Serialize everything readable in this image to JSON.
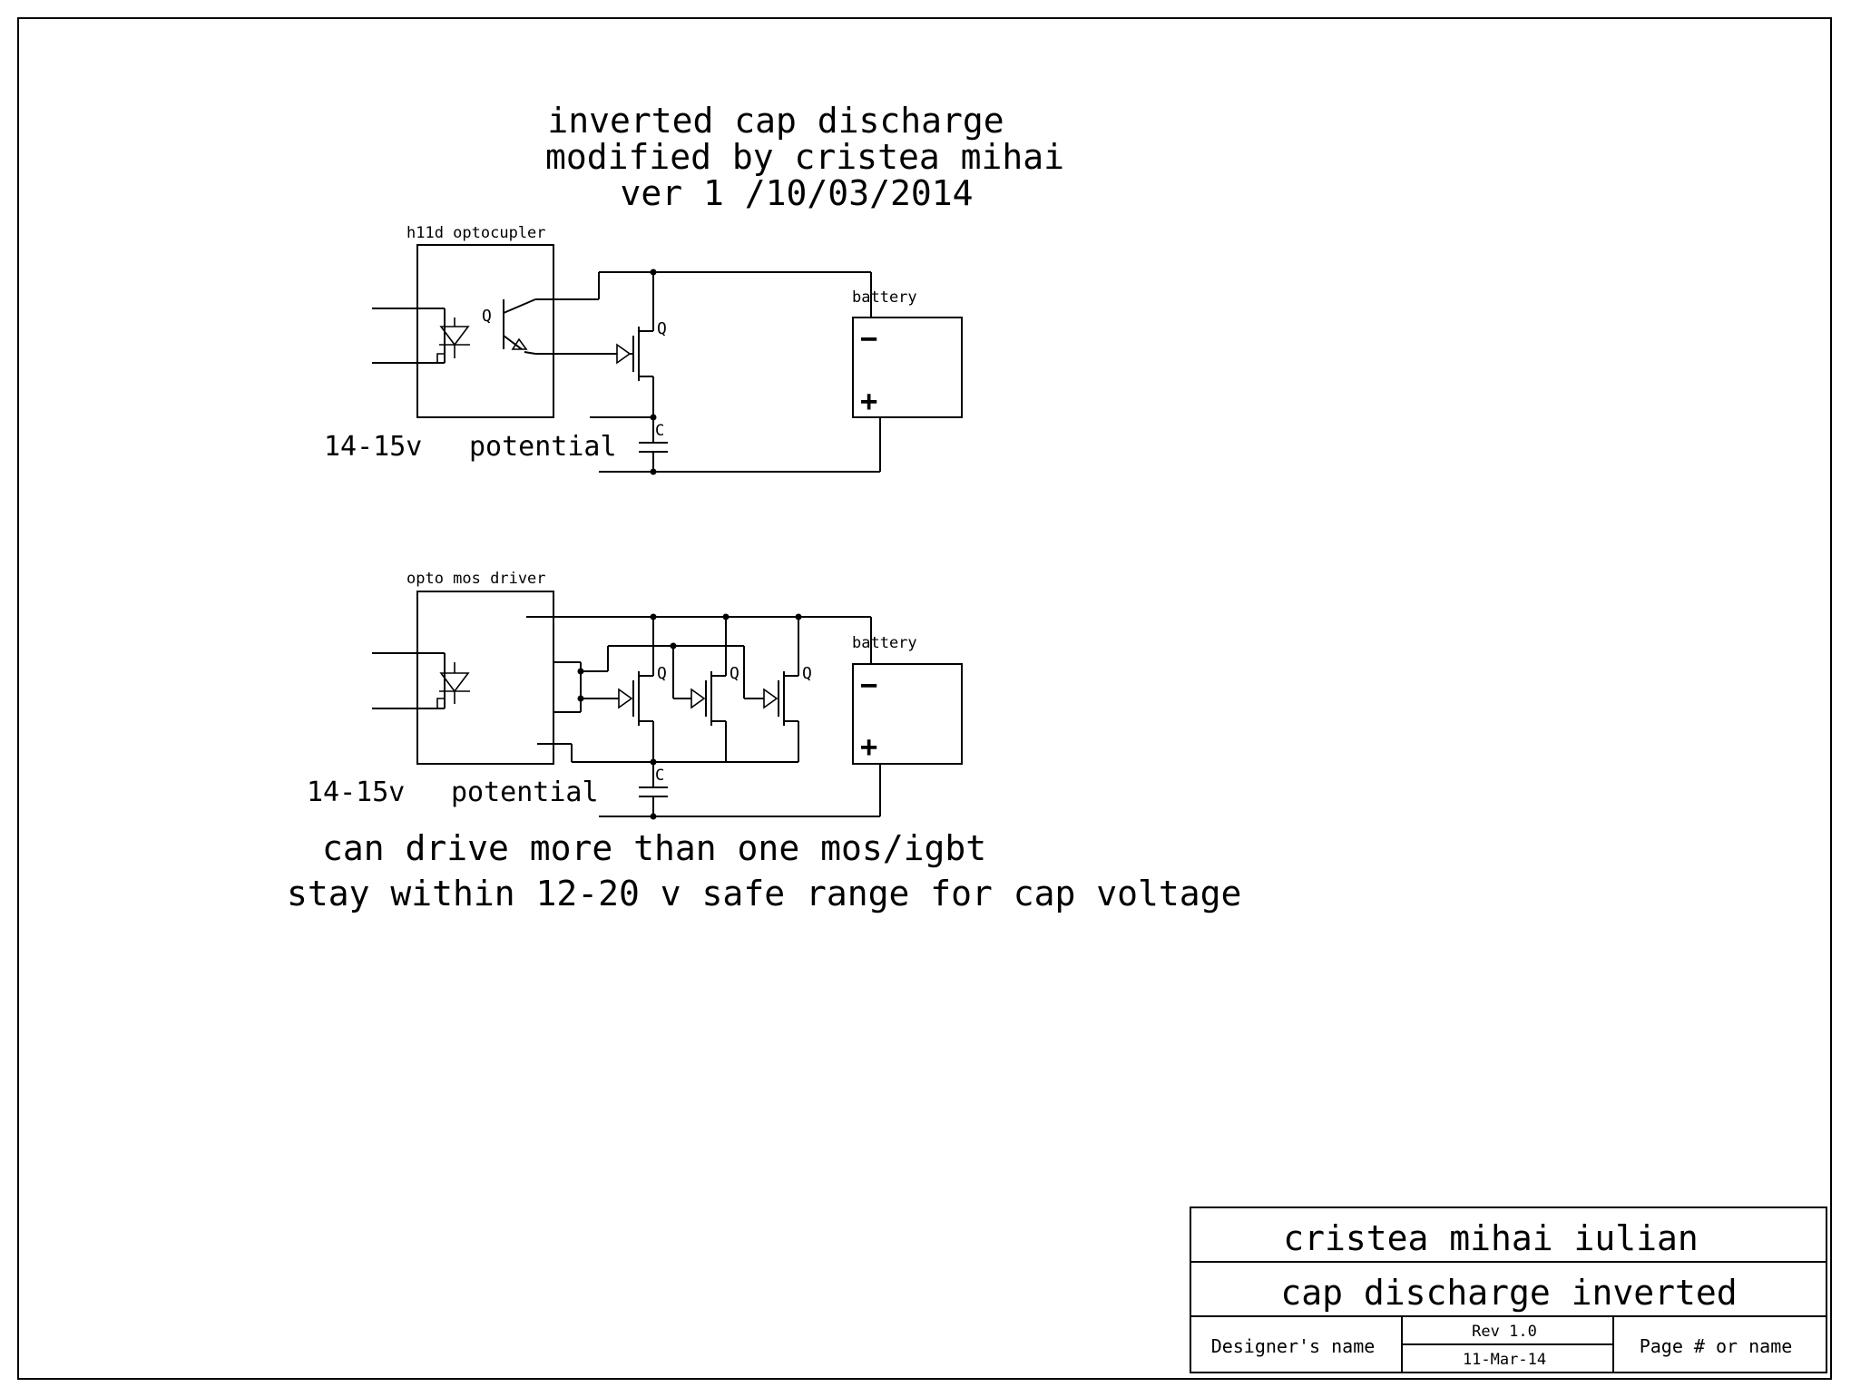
{
  "title": {
    "line1": "inverted cap discharge",
    "line2": "modified by cristea mihai",
    "line3": "ver 1 /10/03/2014"
  },
  "circuit_top": {
    "block_label": "h11d optocupler",
    "transistor_label": "Q",
    "mosfet_label": "Q",
    "capacitor_label": "C",
    "battery_label": "battery",
    "battery_minus": "−",
    "battery_plus": "+",
    "voltage": "14-15v",
    "potential": "potential"
  },
  "circuit_bottom": {
    "block_label": "opto mos driver",
    "mosfet_labels": [
      "Q",
      "Q",
      "Q"
    ],
    "capacitor_label": "C",
    "battery_label": "battery",
    "battery_minus": "−",
    "battery_plus": "+",
    "voltage": "14-15v",
    "potential": "potential"
  },
  "notes": {
    "line1": "can drive more than one mos/igbt",
    "line2": "stay within 12-20 v safe range for cap voltage"
  },
  "title_block": {
    "author": "cristea mihai iulian",
    "drawing_title": "cap discharge inverted",
    "designer": "Designer's name",
    "rev": "Rev 1.0",
    "date": "11-Mar-14",
    "page": "Page # or name"
  }
}
